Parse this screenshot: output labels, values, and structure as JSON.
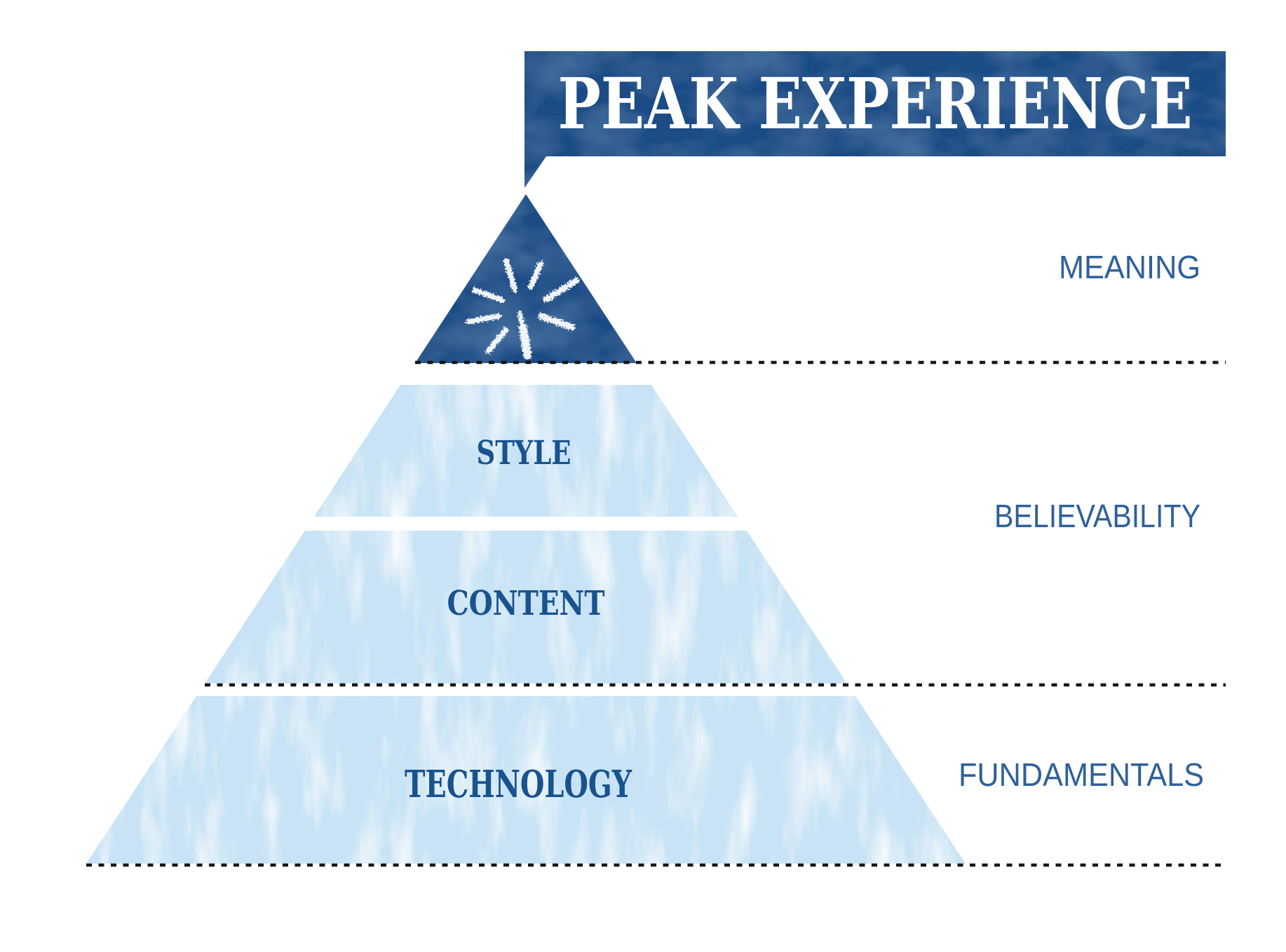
{
  "banner": {
    "title": "PEAK EXPERIENCE"
  },
  "pyramid": {
    "levels": [
      {
        "id": "peak",
        "label": "",
        "icon": "starburst-icon"
      },
      {
        "id": "style",
        "label": "STYLE"
      },
      {
        "id": "content",
        "label": "CONTENT"
      },
      {
        "id": "technology",
        "label": "TECHNOLOGY"
      }
    ]
  },
  "tiers": [
    {
      "label": "MEANING"
    },
    {
      "label": "BELIEVABILITY"
    },
    {
      "label": "FUNDAMENTALS"
    }
  ],
  "colors": {
    "navy": "#1e4b85",
    "light_blue": "#c8e3f5",
    "banner_text": "#ffffff",
    "level_label": "#18538e",
    "tier_label": "#2f609b",
    "dotted_line": "#161616",
    "starburst": "#ffffff",
    "background": "#ffffff"
  }
}
